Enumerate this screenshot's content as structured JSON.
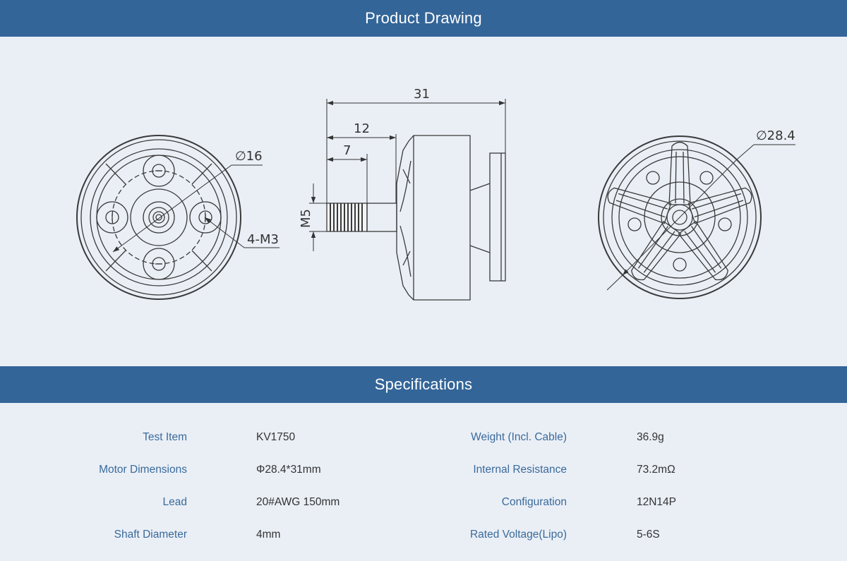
{
  "sections": {
    "drawing_title": "Product Drawing",
    "specs_title": "Specifications"
  },
  "drawing": {
    "dim_16": "∅16",
    "dim_4m3": "4-M3",
    "dim_31": "31",
    "dim_12": "12",
    "dim_7": "7",
    "dim_m5": "M5",
    "dim_284": "∅28.4"
  },
  "specs": {
    "rows": [
      {
        "label1": "Test Item",
        "value1": "KV1750",
        "label2": "Weight (Incl. Cable)",
        "value2": "36.9g"
      },
      {
        "label1": "Motor Dimensions",
        "value1": "Φ28.4*31mm",
        "label2": "Internal Resistance",
        "value2": "73.2mΩ"
      },
      {
        "label1": "Lead",
        "value1": "20#AWG 150mm",
        "label2": "Configuration",
        "value2": "12N14P"
      },
      {
        "label1": "Shaft Diameter",
        "value1": "4mm",
        "label2": "Rated Voltage(Lipo)",
        "value2": "5-6S"
      }
    ]
  },
  "colors": {
    "band": "#336598",
    "background": "#eaeff6",
    "label": "#3a6a9a",
    "value": "#333333"
  }
}
